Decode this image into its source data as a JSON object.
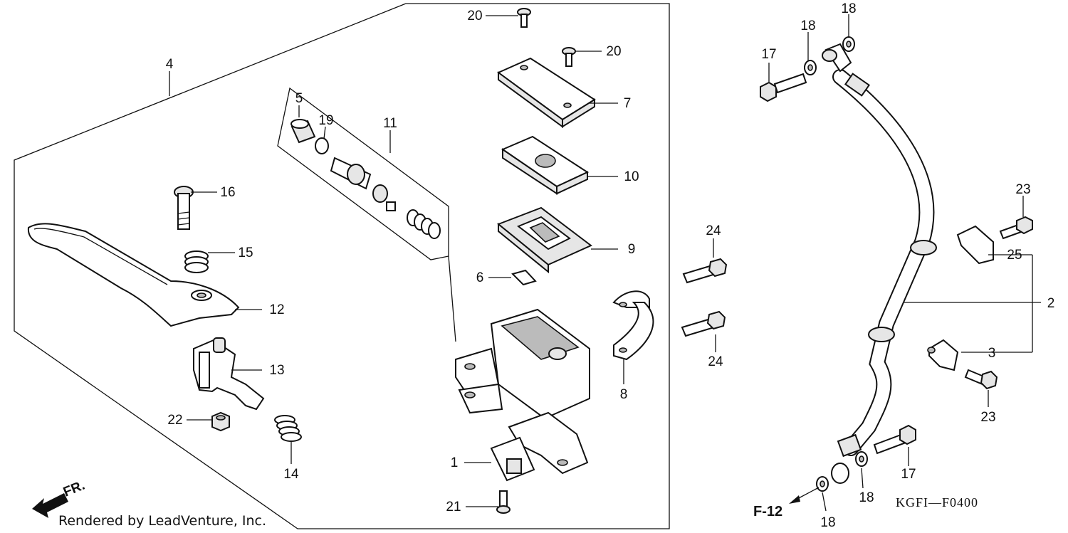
{
  "diagram": {
    "part_numbers": {
      "p1": "1",
      "p2": "2",
      "p3": "3",
      "p4": "4",
      "p5": "5",
      "p6": "6",
      "p7": "7",
      "p8": "8",
      "p9": "9",
      "p10": "10",
      "p11": "11",
      "p12": "12",
      "p13": "13",
      "p14": "14",
      "p15": "15",
      "p16": "16",
      "p17": "17",
      "p18": "18",
      "p19": "19",
      "p20": "20",
      "p21": "21",
      "p22": "22",
      "p23": "23",
      "p24": "24",
      "p25": "25"
    },
    "reference_label": "F-12",
    "diagram_code": "KGFI—F0400",
    "direction_label": "FR.",
    "credit": "Rendered by LeadVenture, Inc."
  }
}
